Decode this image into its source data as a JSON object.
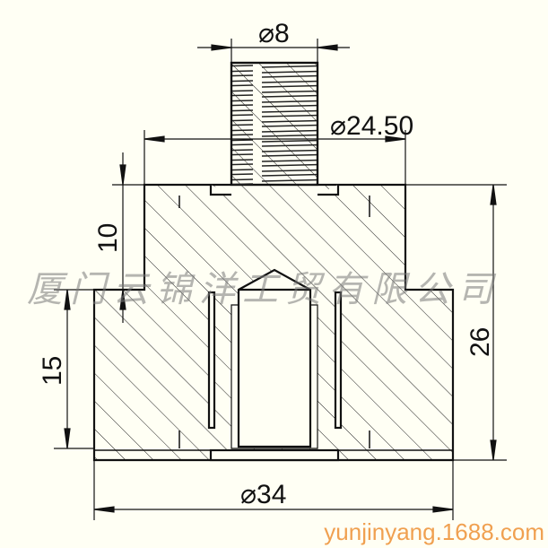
{
  "dimensions": {
    "stud_diameter": "⌀8",
    "shoulder_diameter": "⌀24.50",
    "shoulder_height": "10",
    "base_height": "15",
    "total_height": "26",
    "base_diameter": "⌀34"
  },
  "watermark": {
    "company": "厦门云锦洋工贸有限公司",
    "url": "yunjinyang.1688.com",
    "url_color": "#f0a050"
  },
  "colors": {
    "background": "#fffff4",
    "line": "#111111"
  }
}
